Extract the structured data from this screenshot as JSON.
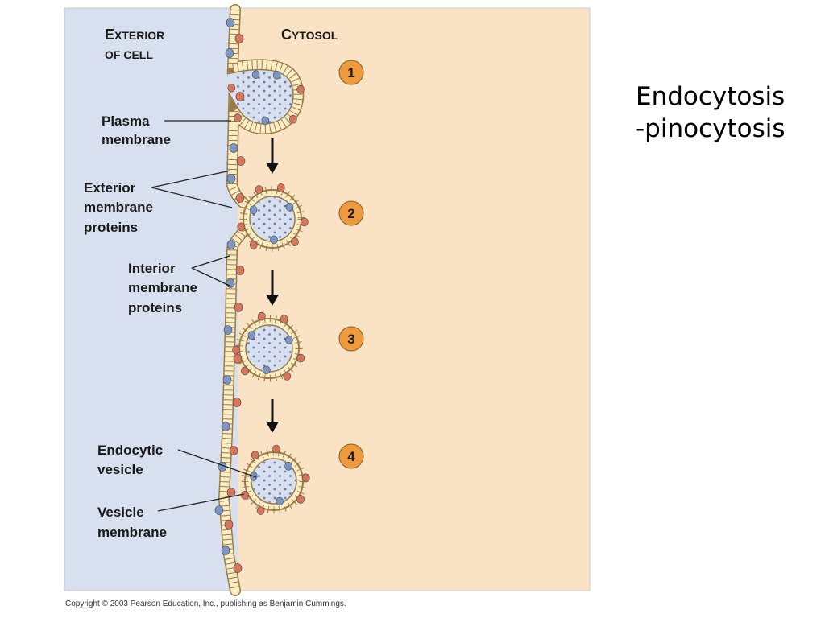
{
  "slide": {
    "title_line1": "Endocytosis",
    "title_line2": "-pinocytosis"
  },
  "headers": {
    "exterior_line1_cap": "E",
    "exterior_line1_rest": "XTERIOR",
    "exterior_line2_cap": "OF C",
    "exterior_line2_rest": "ELL",
    "cytosol_cap": "C",
    "cytosol_rest": "YTOSOL"
  },
  "labels": {
    "plasma_membrane": [
      "Plasma",
      "membrane"
    ],
    "exterior_membrane_proteins": [
      "Exterior",
      "membrane",
      "proteins"
    ],
    "interior_membrane_proteins": [
      "Interior",
      "membrane",
      "proteins"
    ],
    "endocytic_vesicle": [
      "Endocytic",
      "vesicle"
    ],
    "vesicle_membrane": [
      "Vesicle",
      "membrane"
    ]
  },
  "steps": [
    "1",
    "2",
    "3",
    "4"
  ],
  "colors": {
    "exterior": "#d8e0ef",
    "cytosol": "#fae2c4",
    "membrane": "#f9edc6",
    "membrane_stroke": "#9a7a45",
    "exterior_protein": "#7b96c4",
    "interior_protein": "#d9765a",
    "step_circle": "#ee9a3f",
    "arrow": "#111111"
  },
  "copyright": "Copyright © 2003 Pearson Education, Inc., publishing as Benjamin Cummings."
}
